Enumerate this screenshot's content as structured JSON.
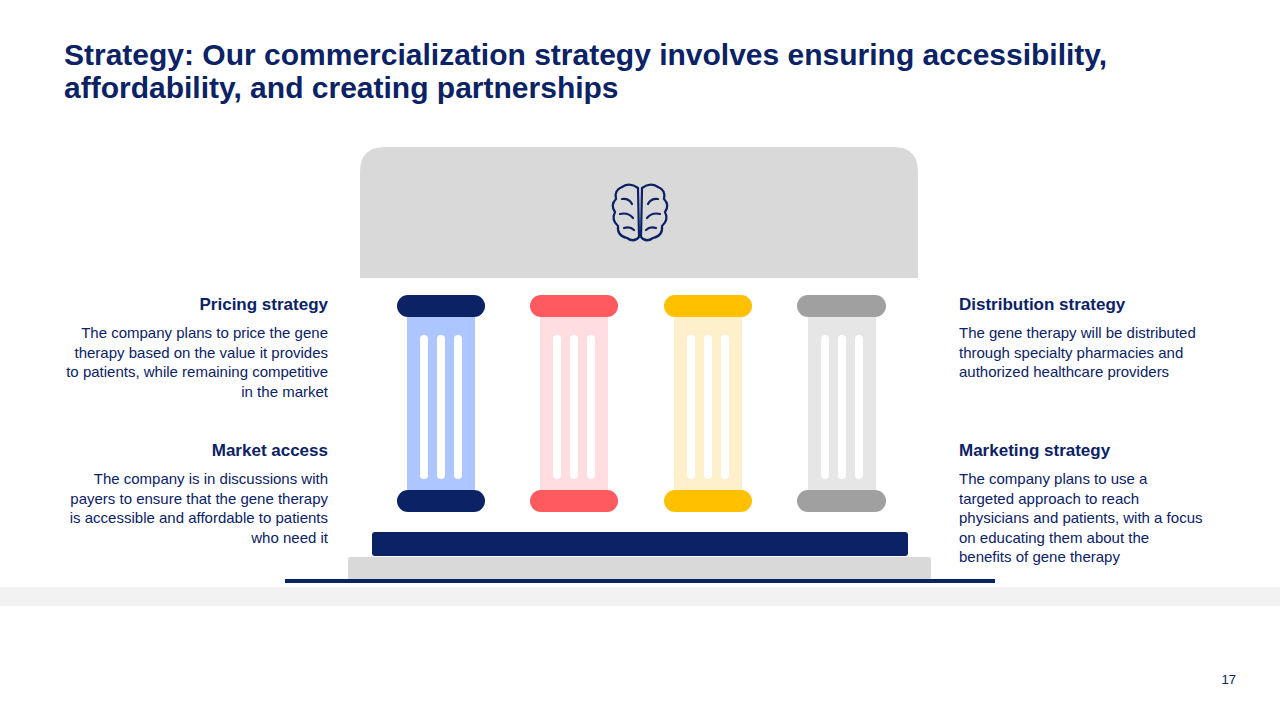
{
  "diagram": {
    "title": "Strategy: Our commercialization strategy involves ensuring accessibility, affordability, and creating partnerships",
    "labels": [
      "Pricing strategy",
      "The company plans to price the gene therapy based on the value it provides to patients, while remaining competitive in the market",
      "Market access",
      "The company is in discussions with payers to ensure that the gene therapy is accessible and affordable to patients who need it",
      "Distribution strategy",
      "The gene therapy will be distributed through specialty pharmacies and authorized healthcare providers",
      "Marketing strategy",
      "The company plans to use a targeted approach to reach physicians and patients, with a focus on educating them about the benefits of gene therapy",
      "17"
    ]
  }
}
